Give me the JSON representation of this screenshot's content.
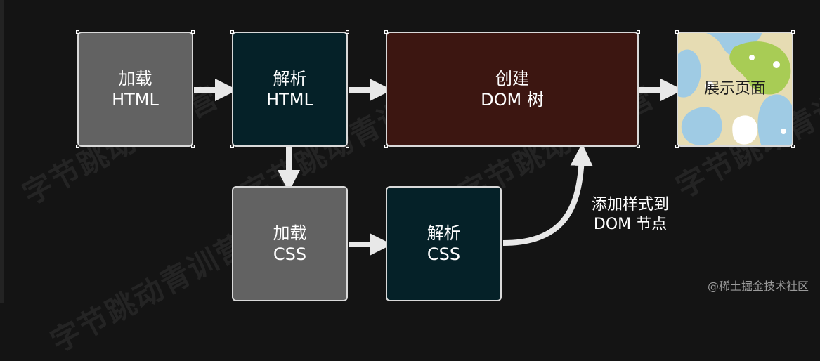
{
  "nodes": {
    "load_html": {
      "line1": "加载",
      "line2": "HTML"
    },
    "parse_html": {
      "line1": "解析",
      "line2": "HTML"
    },
    "create_dom": {
      "line1": "创建",
      "line2": "DOM 树"
    },
    "show_page": {
      "label": "展示页面"
    },
    "load_css": {
      "line1": "加载",
      "line2": "CSS"
    },
    "parse_css": {
      "line1": "解析",
      "line2": "CSS"
    }
  },
  "edge_label": {
    "line1": "添加样式到",
    "line2": "DOM 节点"
  },
  "watermark": "字节跳动青训营",
  "credit": "@稀土掘金技术社区",
  "colors": {
    "background": "#141414",
    "gray_box": "#626262",
    "teal_box": "#052128",
    "maroon_box": "#3c1611",
    "arrow": "#e8e8e8"
  }
}
